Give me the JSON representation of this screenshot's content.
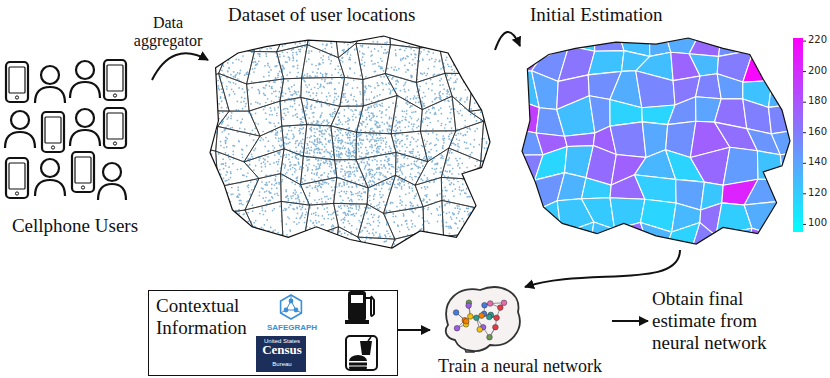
{
  "diagram": {
    "nodes": [
      {
        "text": [
          "Cellphone Users"
        ]
      },
      {
        "text": [
          "Dataset of user locations"
        ]
      },
      {
        "text": [
          "Initial Estimation"
        ]
      },
      {
        "text": [
          "Contextual Information",
          "SAFEGRAPH",
          "United States",
          "Census",
          "Bureau"
        ]
      },
      {
        "text": [
          "Train a neural network"
        ]
      },
      {
        "text": [
          "Obtain final estimate from neural network"
        ]
      }
    ],
    "edges": [
      {
        "from": 0,
        "to": 1,
        "label": "Data aggregator",
        "arrow": "to"
      },
      {
        "from": 1,
        "to": 2,
        "arrow": "to"
      },
      {
        "from": 2,
        "to": 4,
        "arrow": "to"
      },
      {
        "from": 3,
        "to": 4,
        "arrow": "to"
      },
      {
        "from": 4,
        "to": 5,
        "arrow": "to"
      }
    ],
    "labels": [
      "220",
      "200",
      "180",
      "160",
      "140",
      "120",
      "100"
    ]
  }
}
